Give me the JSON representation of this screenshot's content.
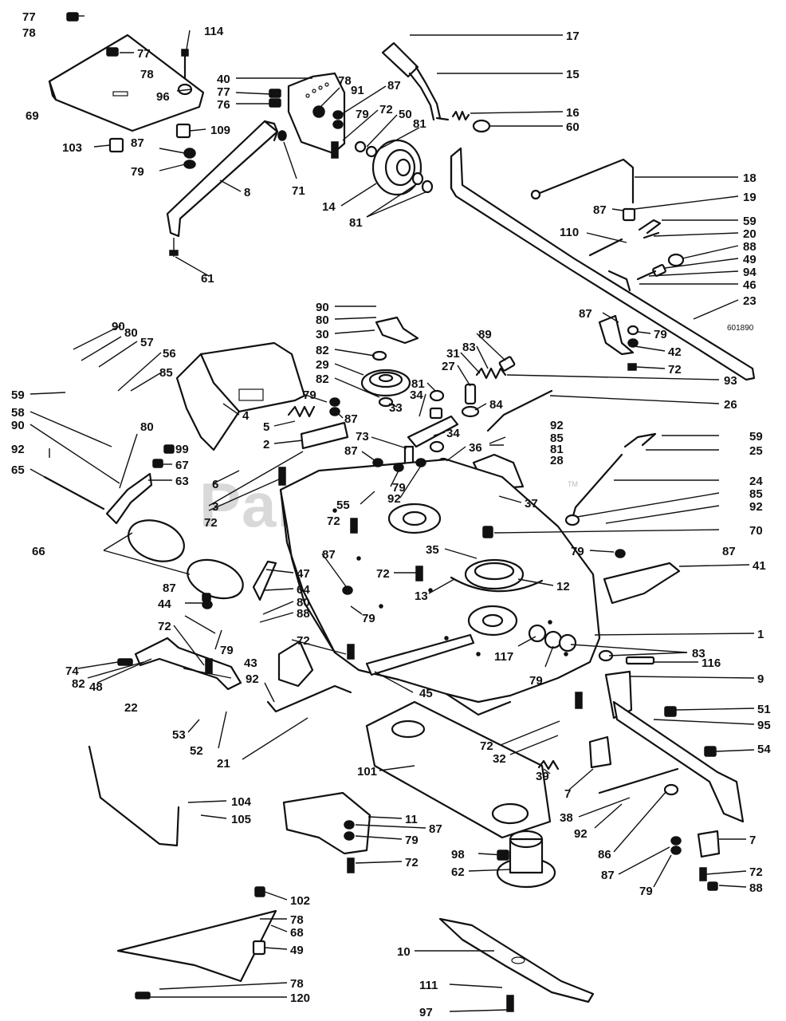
{
  "diagram": {
    "drawing_number": "601890",
    "watermark": "PartsTree",
    "trademark": "TM",
    "callouts": [
      {
        "id": "77a",
        "text": "77"
      },
      {
        "id": "78a",
        "text": "78"
      },
      {
        "id": "114",
        "text": "114"
      },
      {
        "id": "77b",
        "text": "77"
      },
      {
        "id": "78b",
        "text": "78"
      },
      {
        "id": "96",
        "text": "96"
      },
      {
        "id": "69",
        "text": "69"
      },
      {
        "id": "109",
        "text": "109"
      },
      {
        "id": "103",
        "text": "103"
      },
      {
        "id": "87a",
        "text": "87"
      },
      {
        "id": "79a",
        "text": "79"
      },
      {
        "id": "8",
        "text": "8"
      },
      {
        "id": "61",
        "text": "61"
      },
      {
        "id": "40",
        "text": "40"
      },
      {
        "id": "77c",
        "text": "77"
      },
      {
        "id": "76",
        "text": "76"
      },
      {
        "id": "78c",
        "text": "78"
      },
      {
        "id": "91",
        "text": "91"
      },
      {
        "id": "87b",
        "text": "87"
      },
      {
        "id": "79b",
        "text": "79"
      },
      {
        "id": "72a",
        "text": "72"
      },
      {
        "id": "50",
        "text": "50"
      },
      {
        "id": "81a",
        "text": "81"
      },
      {
        "id": "71",
        "text": "71"
      },
      {
        "id": "14",
        "text": "14"
      },
      {
        "id": "81b",
        "text": "81"
      },
      {
        "id": "17",
        "text": "17"
      },
      {
        "id": "15",
        "text": "15"
      },
      {
        "id": "16",
        "text": "16"
      },
      {
        "id": "60",
        "text": "60"
      },
      {
        "id": "18",
        "text": "18"
      },
      {
        "id": "19",
        "text": "19"
      },
      {
        "id": "87c",
        "text": "87"
      },
      {
        "id": "59a",
        "text": "59"
      },
      {
        "id": "20",
        "text": "20"
      },
      {
        "id": "110",
        "text": "110"
      },
      {
        "id": "88a",
        "text": "88"
      },
      {
        "id": "49a",
        "text": "49"
      },
      {
        "id": "94",
        "text": "94"
      },
      {
        "id": "46",
        "text": "46"
      },
      {
        "id": "23",
        "text": "23"
      },
      {
        "id": "87d",
        "text": "87"
      },
      {
        "id": "79c",
        "text": "79"
      },
      {
        "id": "42",
        "text": "42"
      },
      {
        "id": "72b",
        "text": "72"
      },
      {
        "id": "90a",
        "text": "90"
      },
      {
        "id": "80a",
        "text": "80"
      },
      {
        "id": "30",
        "text": "30"
      },
      {
        "id": "82a",
        "text": "82"
      },
      {
        "id": "29",
        "text": "29"
      },
      {
        "id": "82b",
        "text": "82"
      },
      {
        "id": "89",
        "text": "89"
      },
      {
        "id": "83a",
        "text": "83"
      },
      {
        "id": "31",
        "text": "31"
      },
      {
        "id": "27",
        "text": "27"
      },
      {
        "id": "93",
        "text": "93"
      },
      {
        "id": "81c",
        "text": "81"
      },
      {
        "id": "34a",
        "text": "34"
      },
      {
        "id": "33",
        "text": "33"
      },
      {
        "id": "84",
        "text": "84"
      },
      {
        "id": "26",
        "text": "26"
      },
      {
        "id": "90b",
        "text": "90"
      },
      {
        "id": "80b",
        "text": "80"
      },
      {
        "id": "57",
        "text": "57"
      },
      {
        "id": "56",
        "text": "56"
      },
      {
        "id": "85a",
        "text": "85"
      },
      {
        "id": "59b",
        "text": "59"
      },
      {
        "id": "58",
        "text": "58"
      },
      {
        "id": "90c",
        "text": "90"
      },
      {
        "id": "80c",
        "text": "80"
      },
      {
        "id": "92a",
        "text": "92"
      },
      {
        "id": "65",
        "text": "65"
      },
      {
        "id": "99",
        "text": "99"
      },
      {
        "id": "67",
        "text": "67"
      },
      {
        "id": "63",
        "text": "63"
      },
      {
        "id": "4",
        "text": "4"
      },
      {
        "id": "79d",
        "text": "79"
      },
      {
        "id": "87e",
        "text": "87"
      },
      {
        "id": "5",
        "text": "5"
      },
      {
        "id": "2",
        "text": "2"
      },
      {
        "id": "6",
        "text": "6"
      },
      {
        "id": "3",
        "text": "3"
      },
      {
        "id": "72c",
        "text": "72"
      },
      {
        "id": "73",
        "text": "73"
      },
      {
        "id": "34b",
        "text": "34"
      },
      {
        "id": "87f",
        "text": "87"
      },
      {
        "id": "79e",
        "text": "79"
      },
      {
        "id": "92b",
        "text": "92"
      },
      {
        "id": "55",
        "text": "55"
      },
      {
        "id": "72d",
        "text": "72"
      },
      {
        "id": "36",
        "text": "36"
      },
      {
        "id": "92c",
        "text": "92"
      },
      {
        "id": "85b",
        "text": "85"
      },
      {
        "id": "81d",
        "text": "81"
      },
      {
        "id": "28",
        "text": "28"
      },
      {
        "id": "59c",
        "text": "59"
      },
      {
        "id": "25",
        "text": "25"
      },
      {
        "id": "24",
        "text": "24"
      },
      {
        "id": "85c",
        "text": "85"
      },
      {
        "id": "92d",
        "text": "92"
      },
      {
        "id": "37",
        "text": "37"
      },
      {
        "id": "70",
        "text": "70"
      },
      {
        "id": "35",
        "text": "35"
      },
      {
        "id": "66",
        "text": "66"
      },
      {
        "id": "47",
        "text": "47"
      },
      {
        "id": "64",
        "text": "64"
      },
      {
        "id": "87g",
        "text": "87"
      },
      {
        "id": "72e",
        "text": "72"
      },
      {
        "id": "13",
        "text": "13"
      },
      {
        "id": "12",
        "text": "12"
      },
      {
        "id": "79f",
        "text": "79"
      },
      {
        "id": "87h",
        "text": "87"
      },
      {
        "id": "41",
        "text": "41"
      },
      {
        "id": "87i",
        "text": "87"
      },
      {
        "id": "44",
        "text": "44"
      },
      {
        "id": "80d",
        "text": "80"
      },
      {
        "id": "88b",
        "text": "88"
      },
      {
        "id": "79g",
        "text": "79"
      },
      {
        "id": "72f",
        "text": "72"
      },
      {
        "id": "74",
        "text": "74"
      },
      {
        "id": "82c",
        "text": "82"
      },
      {
        "id": "48",
        "text": "48"
      },
      {
        "id": "79h",
        "text": "79"
      },
      {
        "id": "72g",
        "text": "72"
      },
      {
        "id": "43",
        "text": "43"
      },
      {
        "id": "1",
        "text": "1"
      },
      {
        "id": "83b",
        "text": "83"
      },
      {
        "id": "116",
        "text": "116"
      },
      {
        "id": "117",
        "text": "117"
      },
      {
        "id": "79i",
        "text": "79"
      },
      {
        "id": "9",
        "text": "9"
      },
      {
        "id": "22",
        "text": "22"
      },
      {
        "id": "92e",
        "text": "92"
      },
      {
        "id": "45",
        "text": "45"
      },
      {
        "id": "51",
        "text": "51"
      },
      {
        "id": "95",
        "text": "95"
      },
      {
        "id": "53",
        "text": "53"
      },
      {
        "id": "52",
        "text": "52"
      },
      {
        "id": "72h",
        "text": "72"
      },
      {
        "id": "32",
        "text": "32"
      },
      {
        "id": "54",
        "text": "54"
      },
      {
        "id": "21",
        "text": "21"
      },
      {
        "id": "101",
        "text": "101"
      },
      {
        "id": "39",
        "text": "39"
      },
      {
        "id": "7a",
        "text": "7"
      },
      {
        "id": "104",
        "text": "104"
      },
      {
        "id": "105",
        "text": "105"
      },
      {
        "id": "11",
        "text": "11"
      },
      {
        "id": "87j",
        "text": "87"
      },
      {
        "id": "79j",
        "text": "79"
      },
      {
        "id": "38",
        "text": "38"
      },
      {
        "id": "92f",
        "text": "92"
      },
      {
        "id": "86",
        "text": "86"
      },
      {
        "id": "7b",
        "text": "7"
      },
      {
        "id": "98",
        "text": "98"
      },
      {
        "id": "72i",
        "text": "72"
      },
      {
        "id": "62",
        "text": "62"
      },
      {
        "id": "87k",
        "text": "87"
      },
      {
        "id": "79k",
        "text": "79"
      },
      {
        "id": "72j",
        "text": "72"
      },
      {
        "id": "88c",
        "text": "88"
      },
      {
        "id": "102",
        "text": "102"
      },
      {
        "id": "78d",
        "text": "78"
      },
      {
        "id": "68",
        "text": "68"
      },
      {
        "id": "49b",
        "text": "49"
      },
      {
        "id": "10",
        "text": "10"
      },
      {
        "id": "78e",
        "text": "78"
      },
      {
        "id": "120",
        "text": "120"
      },
      {
        "id": "111",
        "text": "111"
      },
      {
        "id": "97",
        "text": "97"
      }
    ]
  }
}
